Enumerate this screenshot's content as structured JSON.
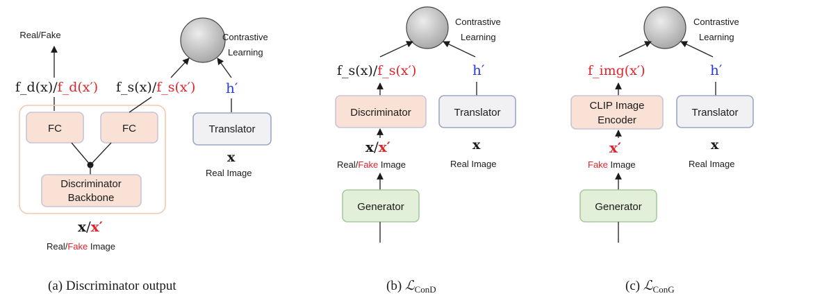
{
  "panel_a": {
    "top_label": "Real/Fake",
    "fd_black": "f_d(x)",
    "fd_sep": "/",
    "fd_red": "f_d(x′)",
    "fs_black": "f_s(x)",
    "fs_sep": "/",
    "fs_red": "f_s(x′)",
    "h_prime": "h′",
    "contrastive_line1": "Contrastive",
    "contrastive_line2": "Learning",
    "fc_left": "FC",
    "fc_right": "FC",
    "backbone_line1": "Discriminator",
    "backbone_line2": "Backbone",
    "translator": "Translator",
    "x_real": "x",
    "real_image": "Real Image",
    "x_black": "x",
    "x_sep": "/",
    "x_red": "x′",
    "bottom_real": "Real/",
    "bottom_fake": "Fake",
    "bottom_image": " Image",
    "caption": "(a) Discriminator output"
  },
  "panel_b": {
    "contrastive_line1": "Contrastive",
    "contrastive_line2": "Learning",
    "fs_black": "f_s(x)",
    "fs_sep": "/",
    "fs_red": "f_s(x′)",
    "h_prime": "h′",
    "discriminator": "Discriminator",
    "translator": "Translator",
    "x_black": "x",
    "x_sep": "/",
    "x_red": "x′",
    "x_real": "x",
    "bottom_real": "Real/",
    "bottom_fake": "Fake",
    "bottom_image": " Image",
    "real_image": "Real Image",
    "generator": "Generator",
    "caption_prefix": "(b) ",
    "caption_L": "ℒ",
    "caption_sub": "ConD"
  },
  "panel_c": {
    "contrastive_line1": "Contrastive",
    "contrastive_line2": "Learning",
    "fimg": "f_img(x′)",
    "h_prime": "h′",
    "clip_line1": "CLIP Image",
    "clip_line2": "Encoder",
    "translator": "Translator",
    "x_red": "x′",
    "x_real": "x",
    "fake_red": "Fake",
    "fake_image": " Image",
    "real_image": "Real Image",
    "generator": "Generator",
    "caption_prefix": "(c) ",
    "caption_L": "ℒ",
    "caption_sub": "ConG"
  },
  "colors": {
    "red": "#e0242b",
    "blue": "#2a3ad6",
    "orange_fill": "#f9e1d6",
    "gray_fill": "#f1f1f3",
    "green_fill": "#e2f0d9"
  }
}
